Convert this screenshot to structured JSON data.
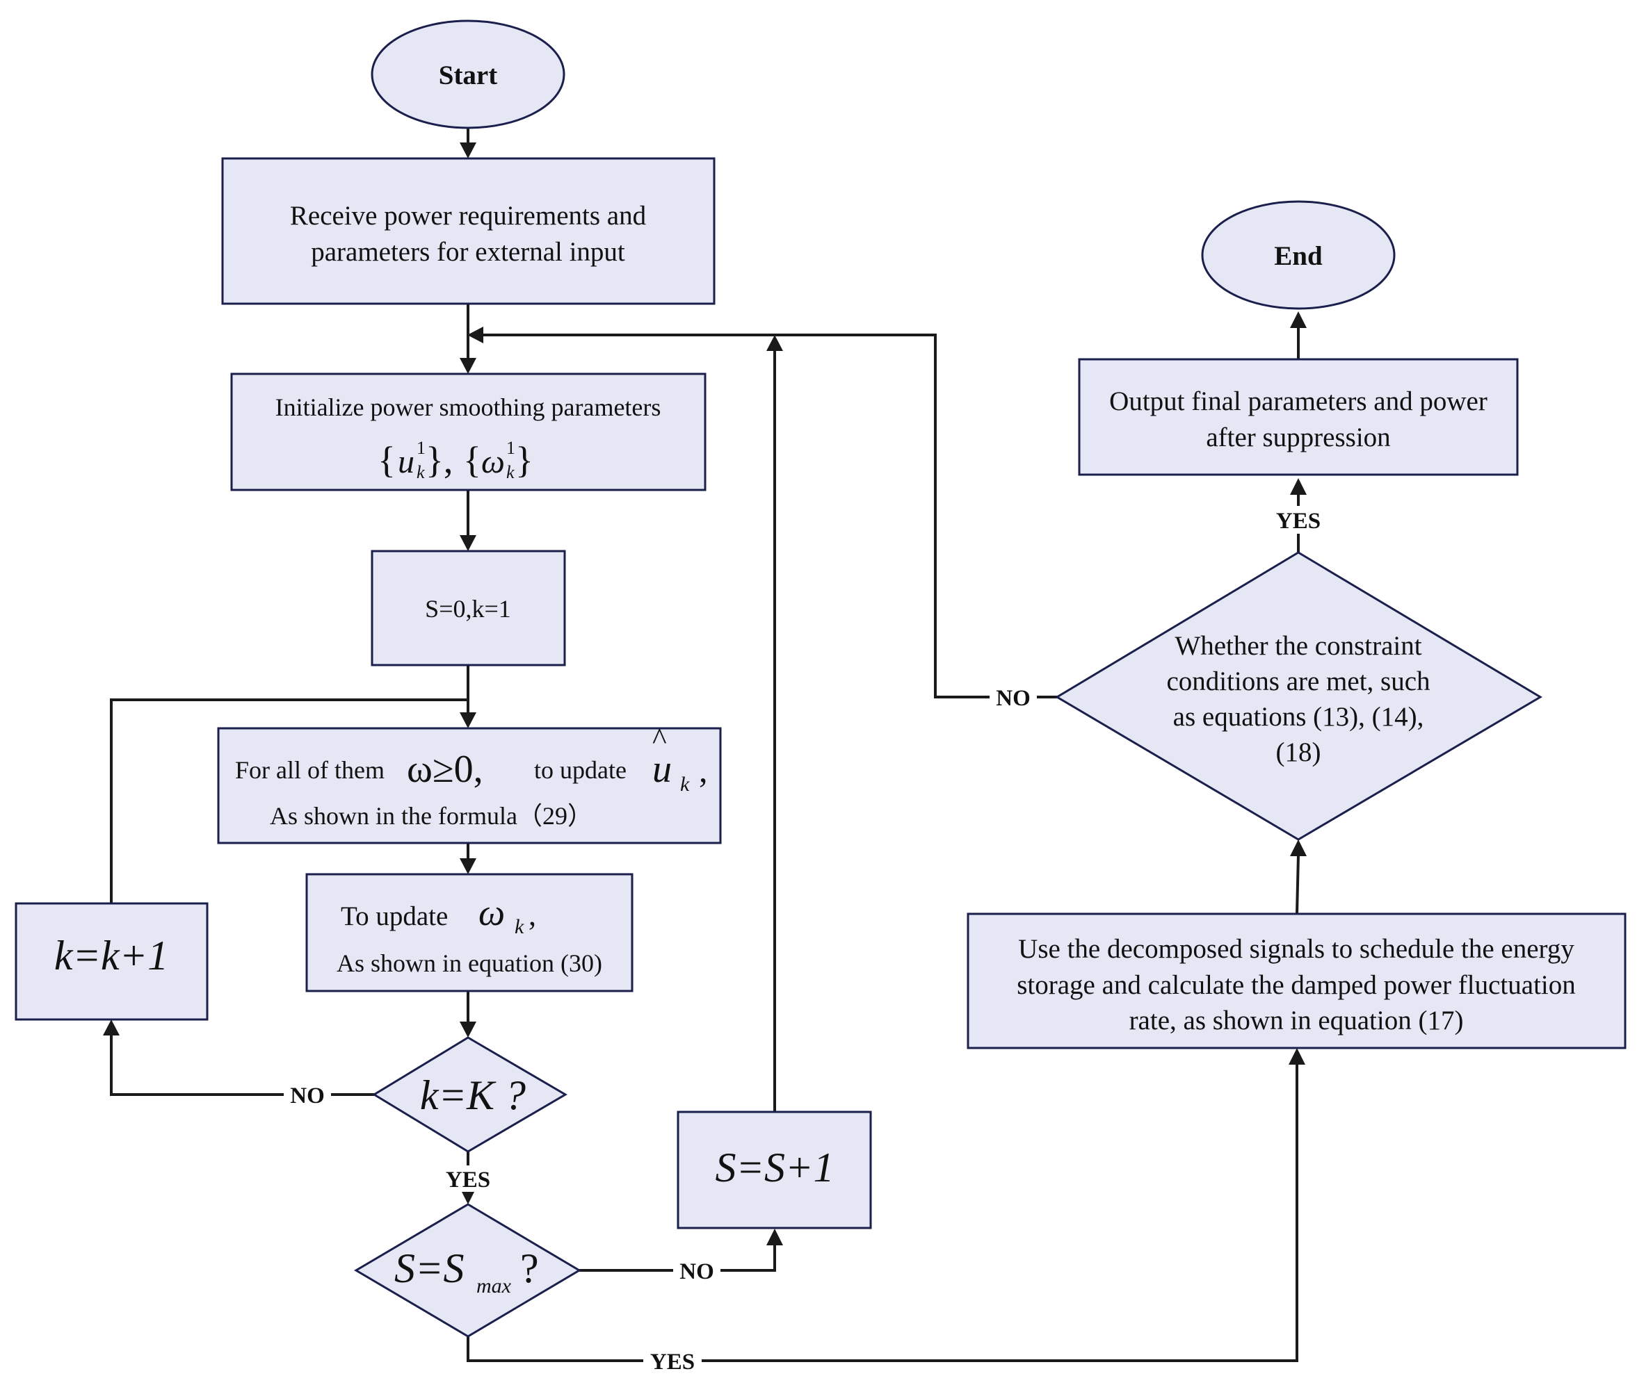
{
  "nodes": {
    "start": "Start",
    "receive_line1": "Receive power requirements and",
    "receive_line2": "parameters for external input",
    "init_line1": "Initialize power smoothing parameters",
    "init_u": "u",
    "init_omega": "ω",
    "init_sup": "1",
    "init_sub": "k",
    "s0k1": "S=0,k=1",
    "forall_prefix": "For all of them",
    "forall_cond": "ω≥0,",
    "forall_mid": "to update",
    "forall_var": "u",
    "forall_sub": "k",
    "forall_line2": "As shown in the formula（29）",
    "update_prefix": "To update",
    "update_var": "ω",
    "update_sub": "k",
    "update_line2": "As shown in equation (30)",
    "kk1": "k=k+1",
    "kK": "k=K ?",
    "ss1": "S=S+1",
    "smax_left": "S=S",
    "smax_sub": "max",
    "smax_q": "?",
    "decomp_line1": "Use the decomposed signals to schedule the energy",
    "decomp_line2": "storage and calculate the damped power fluctuation",
    "decomp_line3": "rate, as shown in equation (17)",
    "constraint_line1": "Whether the constraint",
    "constraint_line2": "conditions are met, such",
    "constraint_line3": "as equations (13), (14),",
    "constraint_line4": "(18)",
    "output_line1": "Output final parameters and power",
    "output_line2": "after suppression",
    "end": "End"
  },
  "edge_labels": {
    "no_kK": "NO",
    "yes_kK": "YES",
    "no_smax": "NO",
    "yes_smax": "YES",
    "no_constraint": "NO",
    "yes_constraint": "YES"
  },
  "colors": {
    "box_fill": "#e6e7f5",
    "box_stroke": "#1a1f4b",
    "line": "#1a1a1a"
  }
}
